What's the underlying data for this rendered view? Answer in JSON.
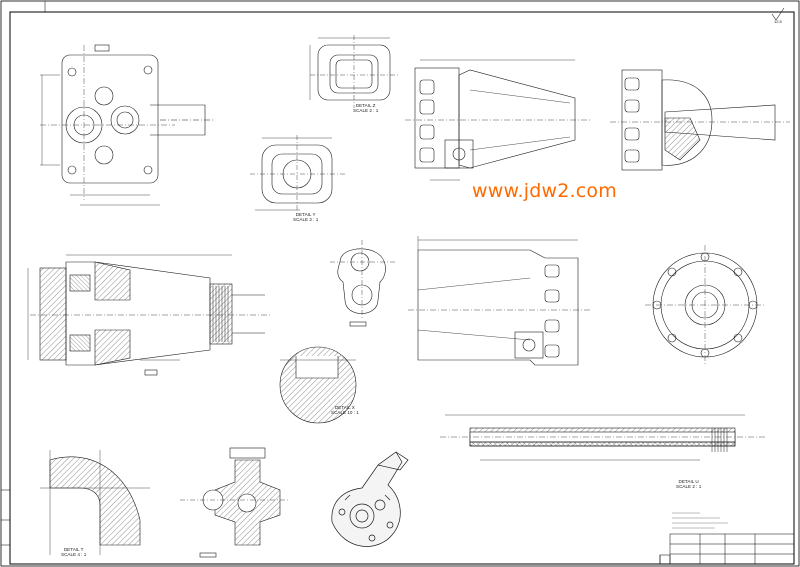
{
  "watermark": {
    "text": "www.jdw2.com",
    "color": "#ff6a00"
  },
  "section_views": [
    {
      "name": "view-z",
      "line1": "DETAIL Z",
      "line2": "SCALE 2 : 1"
    },
    {
      "name": "view-y",
      "line1": "DETAIL Y",
      "line2": "SCALE 2 : 1"
    },
    {
      "name": "view-x",
      "line1": "DETAIL X",
      "line2": "SCALE 10 : 1"
    },
    {
      "name": "view-u",
      "line1": "DETAIL U",
      "line2": "SCALE 2 : 1"
    },
    {
      "name": "view-t",
      "line1": "DETAIL T",
      "line2": "SCALE 4 : 1"
    }
  ],
  "roughness_symbol": {
    "value": "12.5"
  },
  "colors": {
    "line": "#1a1a1a",
    "hatch": "#444444",
    "frame": "#000000",
    "background": "#ffffff"
  },
  "icons": [
    "roughness-symbol-icon",
    "title-block-table"
  ]
}
